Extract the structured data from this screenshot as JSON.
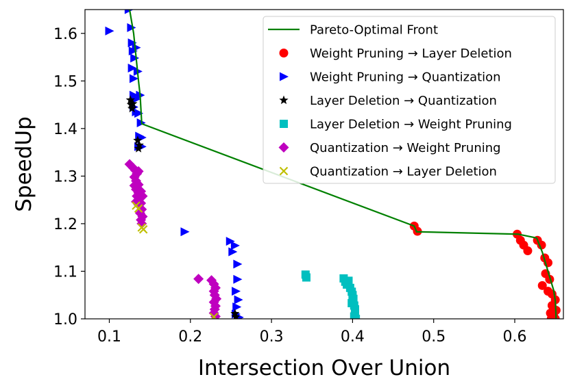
{
  "chart_data": {
    "type": "scatter",
    "title": "",
    "xlabel": "Intersection Over Union",
    "ylabel": "SpeedUp",
    "xlim": [
      0.07,
      0.66
    ],
    "ylim": [
      1.0,
      1.65
    ],
    "xticks": [
      "0.1",
      "0.2",
      "0.3",
      "0.4",
      "0.5",
      "0.6"
    ],
    "xtick_values": [
      0.1,
      0.2,
      0.3,
      0.4,
      0.5,
      0.6
    ],
    "yticks": [
      "1.0",
      "1.1",
      "1.2",
      "1.3",
      "1.4",
      "1.5",
      "1.6"
    ],
    "ytick_values": [
      1.0,
      1.1,
      1.2,
      1.3,
      1.4,
      1.5,
      1.6
    ],
    "grid": false,
    "legend_position": "upper-right",
    "front": {
      "name": "Pareto-Optimal Front",
      "color": "#008000",
      "points": [
        [
          0.124,
          1.66
        ],
        [
          0.13,
          1.6
        ],
        [
          0.136,
          1.5
        ],
        [
          0.138,
          1.47
        ],
        [
          0.14,
          1.41
        ],
        [
          0.476,
          1.195
        ],
        [
          0.479,
          1.183
        ],
        [
          0.604,
          1.178
        ],
        [
          0.627,
          1.17
        ],
        [
          0.634,
          1.14
        ],
        [
          0.641,
          1.1
        ],
        [
          0.648,
          1.06
        ],
        [
          0.65,
          1.038
        ],
        [
          0.651,
          1.0
        ]
      ]
    },
    "series": [
      {
        "name": "Weight Pruning → Layer Deletion",
        "marker": "circle",
        "color": "#ff0000",
        "points": [
          [
            0.476,
            1.195
          ],
          [
            0.48,
            1.184
          ],
          [
            0.603,
            1.178
          ],
          [
            0.607,
            1.165
          ],
          [
            0.611,
            1.155
          ],
          [
            0.616,
            1.143
          ],
          [
            0.628,
            1.165
          ],
          [
            0.633,
            1.155
          ],
          [
            0.637,
            1.128
          ],
          [
            0.641,
            1.118
          ],
          [
            0.634,
            1.07
          ],
          [
            0.638,
            1.095
          ],
          [
            0.643,
            1.083
          ],
          [
            0.641,
            1.058
          ],
          [
            0.646,
            1.052
          ],
          [
            0.65,
            1.04
          ],
          [
            0.646,
            1.028
          ],
          [
            0.644,
            1.012
          ],
          [
            0.648,
            1.006
          ],
          [
            0.651,
            1.018
          ],
          [
            0.65,
            1.0
          ],
          [
            0.645,
            1.0
          ]
        ]
      },
      {
        "name": "Weight Pruning → Quantization",
        "marker": "triangle-right",
        "color": "#0000ff",
        "points": [
          [
            0.1,
            1.605
          ],
          [
            0.124,
            1.65
          ],
          [
            0.127,
            1.612
          ],
          [
            0.128,
            1.58
          ],
          [
            0.129,
            1.563
          ],
          [
            0.131,
            1.548
          ],
          [
            0.133,
            1.57
          ],
          [
            0.128,
            1.527
          ],
          [
            0.13,
            1.505
          ],
          [
            0.135,
            1.52
          ],
          [
            0.13,
            1.47
          ],
          [
            0.133,
            1.462
          ],
          [
            0.138,
            1.47
          ],
          [
            0.13,
            1.445
          ],
          [
            0.133,
            1.435
          ],
          [
            0.136,
            1.432
          ],
          [
            0.139,
            1.412
          ],
          [
            0.137,
            1.384
          ],
          [
            0.14,
            1.381
          ],
          [
            0.136,
            1.362
          ],
          [
            0.14,
            1.362
          ],
          [
            0.193,
            1.183
          ],
          [
            0.249,
            1.163
          ],
          [
            0.255,
            1.154
          ],
          [
            0.252,
            1.141
          ],
          [
            0.258,
            1.115
          ],
          [
            0.258,
            1.083
          ],
          [
            0.256,
            1.058
          ],
          [
            0.259,
            1.04
          ],
          [
            0.257,
            1.025
          ],
          [
            0.256,
            1.01
          ],
          [
            0.26,
            1.003
          ]
        ]
      },
      {
        "name": "Layer Deletion → Quantization",
        "marker": "star",
        "color": "#000000",
        "points": [
          [
            0.126,
            1.46
          ],
          [
            0.127,
            1.45
          ],
          [
            0.128,
            1.442
          ],
          [
            0.129,
            1.452
          ],
          [
            0.135,
            1.375
          ],
          [
            0.137,
            1.365
          ],
          [
            0.136,
            1.358
          ],
          [
            0.255,
            1.011
          ],
          [
            0.256,
            1.004
          ]
        ]
      },
      {
        "name": "Layer Deletion → Weight Pruning",
        "marker": "square",
        "color": "#00bfbf",
        "points": [
          [
            0.342,
            1.093
          ],
          [
            0.343,
            1.087
          ],
          [
            0.389,
            1.085
          ],
          [
            0.391,
            1.078
          ],
          [
            0.393,
            1.072
          ],
          [
            0.395,
            1.08
          ],
          [
            0.397,
            1.065
          ],
          [
            0.399,
            1.057
          ],
          [
            0.4,
            1.05
          ],
          [
            0.401,
            1.042
          ],
          [
            0.399,
            1.033
          ],
          [
            0.402,
            1.028
          ],
          [
            0.403,
            1.02
          ],
          [
            0.403,
            1.012
          ],
          [
            0.402,
            1.005
          ],
          [
            0.404,
            1.0
          ]
        ]
      },
      {
        "name": "Quantization → Weight Pruning",
        "marker": "diamond",
        "color": "#bf00bf",
        "points": [
          [
            0.125,
            1.325
          ],
          [
            0.129,
            1.318
          ],
          [
            0.132,
            1.312
          ],
          [
            0.134,
            1.305
          ],
          [
            0.136,
            1.31
          ],
          [
            0.131,
            1.298
          ],
          [
            0.133,
            1.29
          ],
          [
            0.136,
            1.282
          ],
          [
            0.131,
            1.28
          ],
          [
            0.133,
            1.272
          ],
          [
            0.136,
            1.265
          ],
          [
            0.139,
            1.268
          ],
          [
            0.134,
            1.258
          ],
          [
            0.137,
            1.252
          ],
          [
            0.141,
            1.258
          ],
          [
            0.133,
            1.246
          ],
          [
            0.136,
            1.24
          ],
          [
            0.139,
            1.243
          ],
          [
            0.14,
            1.23
          ],
          [
            0.138,
            1.222
          ],
          [
            0.141,
            1.215
          ],
          [
            0.139,
            1.208
          ],
          [
            0.14,
            1.2
          ],
          [
            0.21,
            1.084
          ],
          [
            0.226,
            1.081
          ],
          [
            0.229,
            1.073
          ],
          [
            0.231,
            1.065
          ],
          [
            0.229,
            1.058
          ],
          [
            0.23,
            1.05
          ],
          [
            0.232,
            1.042
          ],
          [
            0.229,
            1.035
          ],
          [
            0.231,
            1.027
          ],
          [
            0.23,
            1.02
          ],
          [
            0.229,
            1.012
          ],
          [
            0.231,
            1.005
          ]
        ]
      },
      {
        "name": "Quantization → Layer Deletion",
        "marker": "x",
        "color": "#bfbf00",
        "points": [
          [
            0.133,
            1.238
          ],
          [
            0.136,
            1.232
          ],
          [
            0.14,
            1.192
          ],
          [
            0.142,
            1.188
          ],
          [
            0.229,
            1.004
          ]
        ]
      }
    ]
  }
}
